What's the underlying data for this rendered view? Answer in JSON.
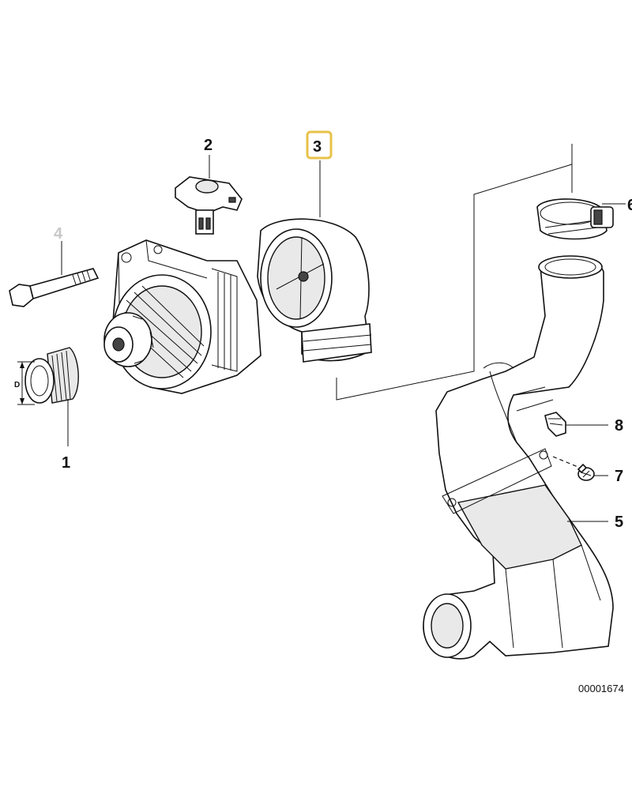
{
  "diagram": {
    "callouts": {
      "c1": "1",
      "c2": "2",
      "c3": "3",
      "c4": "4",
      "c5": "5",
      "c6": "6",
      "c7": "7",
      "c8": "8"
    },
    "dimension_label": "D",
    "drawing_number": "00001674",
    "highlight_color": "#e8c24a"
  }
}
